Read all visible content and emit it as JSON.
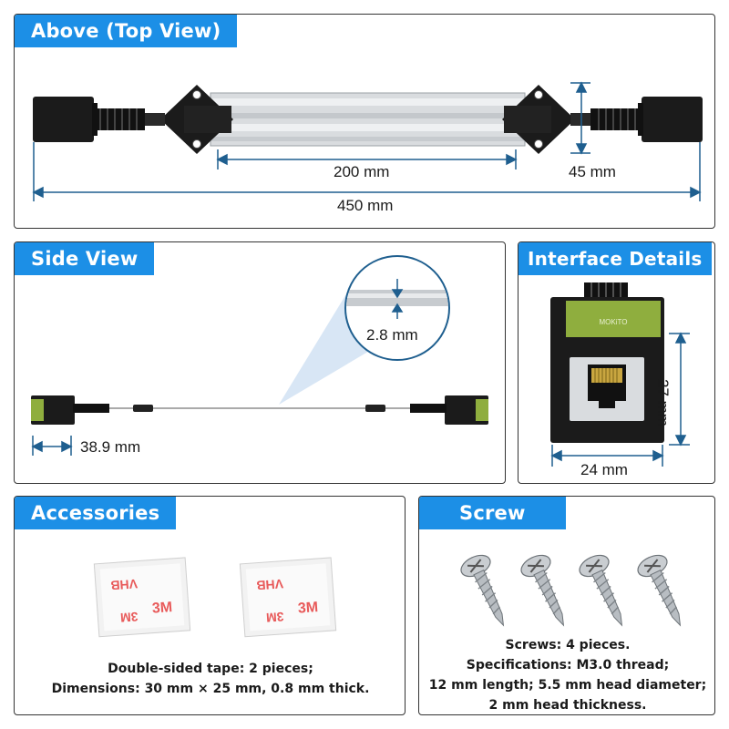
{
  "top_view": {
    "tag": "Above (Top View)",
    "dim_inner": "200 mm",
    "dim_height": "45 mm",
    "dim_total": "450 mm"
  },
  "side_view": {
    "tag": "Side View",
    "dim_thickness": "2.8 mm",
    "dim_connector": "38.9 mm"
  },
  "interface": {
    "tag": "Interface Details",
    "dim_height": "27 mm",
    "dim_width": "24 mm",
    "brand": "MOKiTO"
  },
  "accessories": {
    "tag": "Accessories",
    "tape_brand": "3M",
    "tape_label": "VHB",
    "desc_line1": "Double-sided tape: 2 pieces;",
    "desc_line2": "Dimensions: 30 mm × 25 mm, 0.8 mm thick."
  },
  "screw": {
    "tag": "Screw",
    "desc_line1": "Screws: 4 pieces.",
    "desc_line2": "Specifications: M3.0 thread;",
    "desc_line3": "12 mm length; 5.5 mm head diameter;",
    "desc_line4": "2 mm head thickness."
  },
  "colors": {
    "accent_blue": "#1c8fe6",
    "dimension_blue": "#1f5f8f",
    "connector_green": "#8fae3e",
    "body_black": "#1b1b1b"
  }
}
